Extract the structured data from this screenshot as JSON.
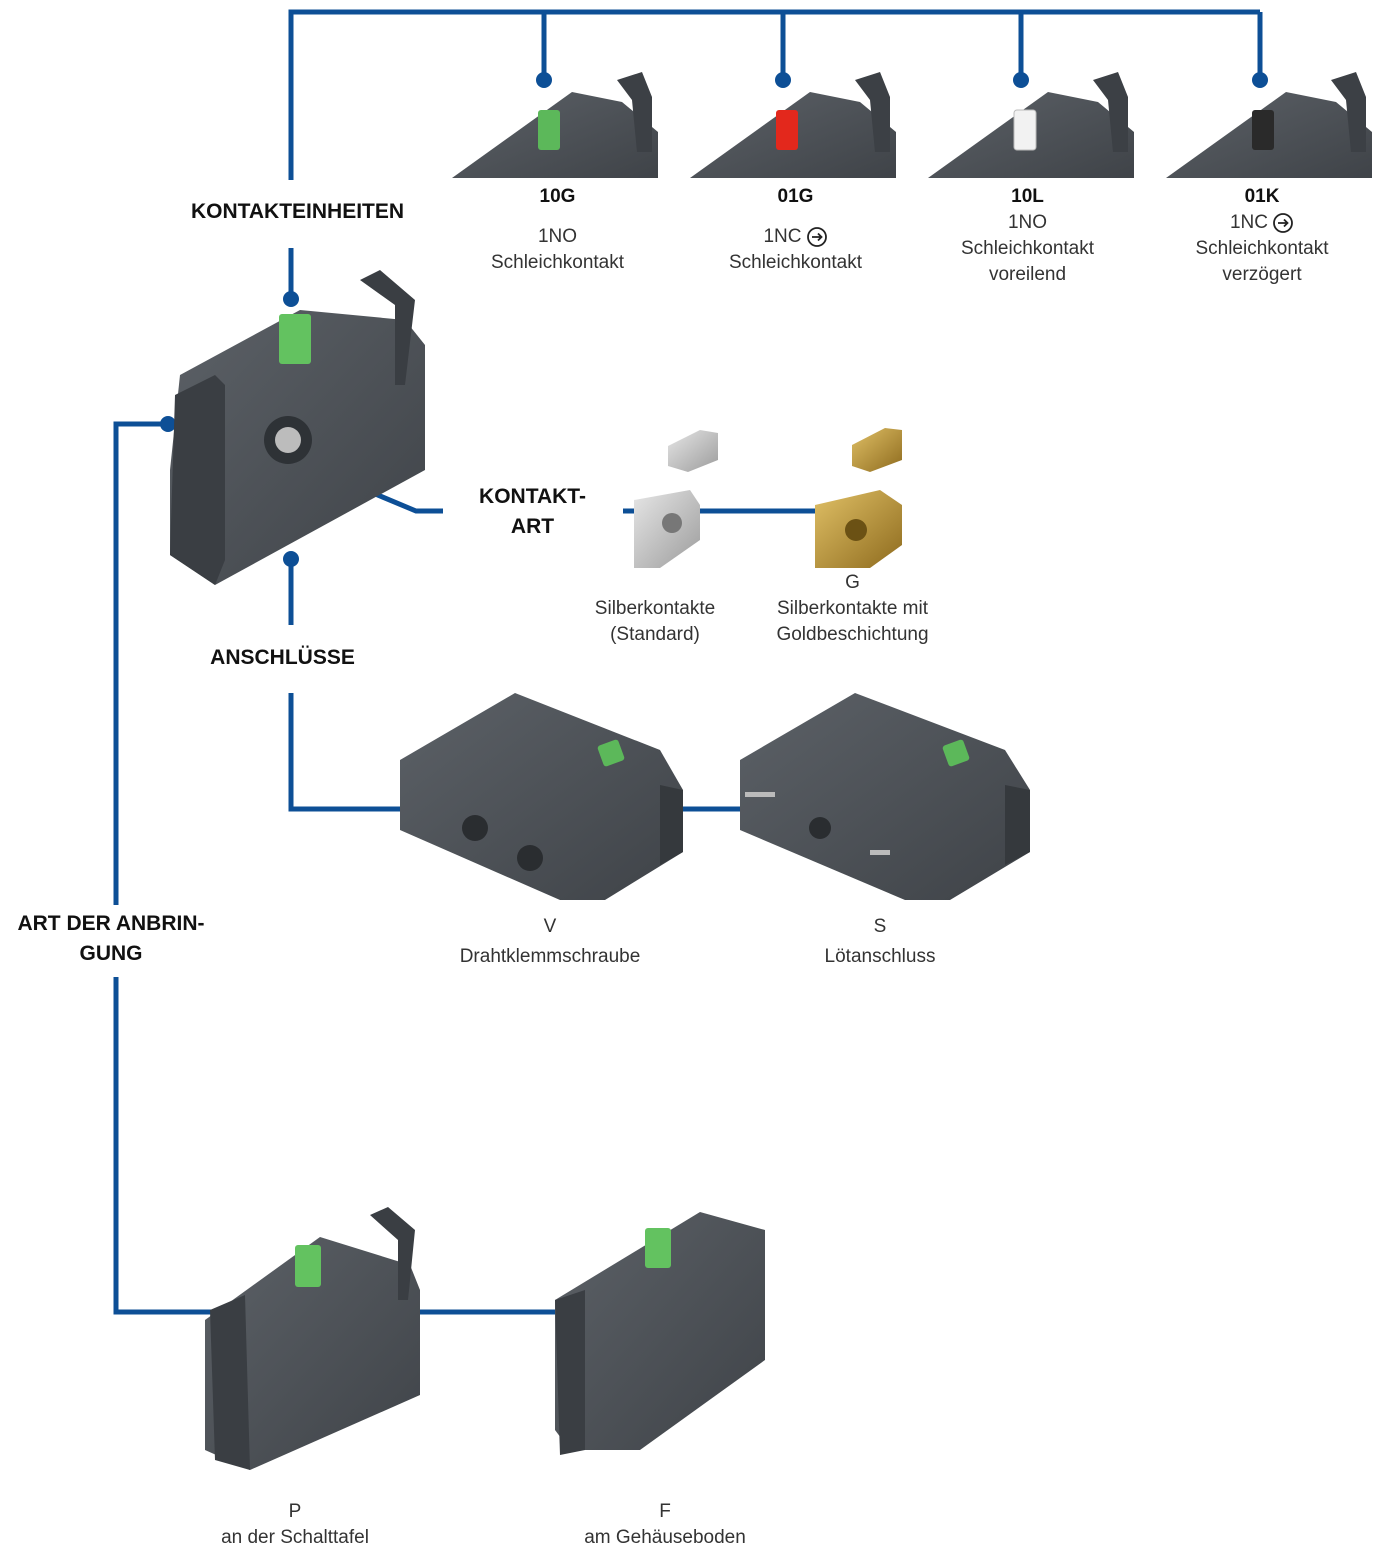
{
  "colors": {
    "connector": "#0d4f96",
    "body": "#4f5459",
    "green_button": "#5cb85a",
    "red_button": "#e3281c",
    "white_button": "#f2f2f2",
    "black_button": "#2a2a2a",
    "silver": "#c9c9c9",
    "gold": "#c4a14a"
  },
  "sections": {
    "kontakteinheiten": "KONTAKTEINHEITEN",
    "kontaktart": [
      "KONTAKT-",
      "ART"
    ],
    "anschluesse": "ANSCHLÜSSE",
    "anbringung": [
      "ART DER ANBRIN-",
      "GUNG"
    ]
  },
  "contact_units": [
    {
      "code": "10G",
      "lines": [
        "1NO",
        "Schleichkontakt"
      ],
      "nc_icon": false,
      "button_color": "#5cb85a"
    },
    {
      "code": "01G",
      "lines": [
        "1NC",
        "Schleichkontakt"
      ],
      "nc_icon": true,
      "button_color": "#e3281c"
    },
    {
      "code": "10L",
      "lines": [
        "1NO",
        "Schleichkontakt",
        "voreilend"
      ],
      "nc_icon": false,
      "button_color": "#f2f2f2"
    },
    {
      "code": "01K",
      "lines": [
        "1NC",
        "Schleichkontakt",
        "verzögert"
      ],
      "nc_icon": true,
      "button_color": "#2a2a2a"
    }
  ],
  "contact_types": [
    {
      "code": "",
      "lines": [
        "Silberkontakte",
        "(Standard)"
      ]
    },
    {
      "code": "G",
      "lines": [
        "Silberkontakte mit",
        "Goldbeschichtung"
      ]
    }
  ],
  "connections": [
    {
      "code": "V",
      "label": "Drahtklemmschraube"
    },
    {
      "code": "S",
      "label": "Lötanschluss"
    }
  ],
  "mountings": [
    {
      "code": "P",
      "label": "an der Schalttafel"
    },
    {
      "code": "F",
      "label": "am Gehäuseboden"
    }
  ]
}
